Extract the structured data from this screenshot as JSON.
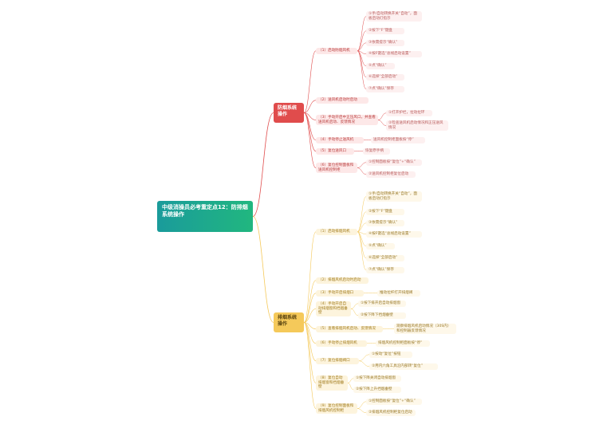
{
  "root": {
    "title": "中级消操员必考重定点12：防排烟系统操作"
  },
  "branches": [
    {
      "label": "防烟系统操作",
      "color": "#e04c4c",
      "children": [
        {
          "label": "（1）启动防烟风机",
          "children": [
            {
              "label": "①手/自动转换开关“自动”，面板启动灯指示"
            },
            {
              "label": "②按下“F”键盘"
            },
            {
              "label": "③依需提示“确认”"
            },
            {
              "label": "④按F键选“总线启动设置”"
            },
            {
              "label": "⑤点“确认”"
            },
            {
              "label": "⑥选择“全部启动”"
            },
            {
              "label": "⑦点“确认”保存"
            }
          ]
        },
        {
          "label": "（2）送风机启动时启动",
          "children": []
        },
        {
          "label": "（3）手动开启中正压风口，并查看送风机启动、反馈情况",
          "children": [
            {
              "label": "①打开护栏，拉动拉环"
            },
            {
              "label": "②检查送风机启动情况和正压送风情况"
            }
          ]
        },
        {
          "label": "（4）手动停止送风机",
          "children": [
            {
              "label": "送风机控制柜面板按“停”"
            }
          ]
        },
        {
          "label": "（5）复位送风口",
          "children": [
            {
              "label": "恢复原手柄"
            }
          ]
        },
        {
          "label": "（6）复位控制面板和送风机控制柜",
          "children": [
            {
              "label": "①控制面板按“复位”+“确认”"
            },
            {
              "label": "②送风机控制柜复位启动"
            }
          ]
        }
      ]
    },
    {
      "label": "排烟系统操作",
      "color": "#f5c95a",
      "children": [
        {
          "label": "（1）启动排烟风机",
          "children": [
            {
              "label": "①手/自动转换开关“自动”，面板启动灯指示"
            },
            {
              "label": "②按下“F”键盘"
            },
            {
              "label": "③依需提示“确认”"
            },
            {
              "label": "④按F键选“总线启动设置”"
            },
            {
              "label": "⑤点“确认”"
            },
            {
              "label": "⑥选择“全部启动”"
            },
            {
              "label": "⑦点“确认”保存"
            }
          ]
        },
        {
          "label": "（2）排烟风机启动时启动",
          "children": []
        },
        {
          "label": "（3）手动开启排烟口",
          "children": [
            {
              "label": "推动拉杆打开排烟阀"
            }
          ]
        },
        {
          "label": "（4）手动开启自动排烟窗和挡烟垂壁",
          "children": [
            {
              "label": "①按下排开启自动排烟窗"
            },
            {
              "label": "②按下降下挡烟垂壁"
            }
          ]
        },
        {
          "label": "（5）查看排烟风机启动、反馈情况",
          "children": [
            {
              "label": "观察排烟风机启动情况（30S内）和控制器反馈情况"
            }
          ]
        },
        {
          "label": "（6）手动停止排烟风机",
          "children": [
            {
              "label": "排烟风机控制柜面板按“停”"
            }
          ]
        },
        {
          "label": "（7）复位排烟阀口",
          "children": [
            {
              "label": "①按动“复位”按钮"
            },
            {
              "label": "②用内六角工具沿内部转“复位”"
            }
          ]
        },
        {
          "label": "（8）复位自动排烟窗和挡烟垂壁",
          "children": [
            {
              "label": "①按下降关闭自动排烟窗"
            },
            {
              "label": "②按下降上升挡烟垂壁"
            }
          ]
        },
        {
          "label": "（9）复位控制面板和排烟风机控制柜",
          "children": [
            {
              "label": "①控制面板按“复位”+“确认”"
            },
            {
              "label": "②排烟风机控制柜复位启动"
            }
          ]
        }
      ]
    }
  ]
}
